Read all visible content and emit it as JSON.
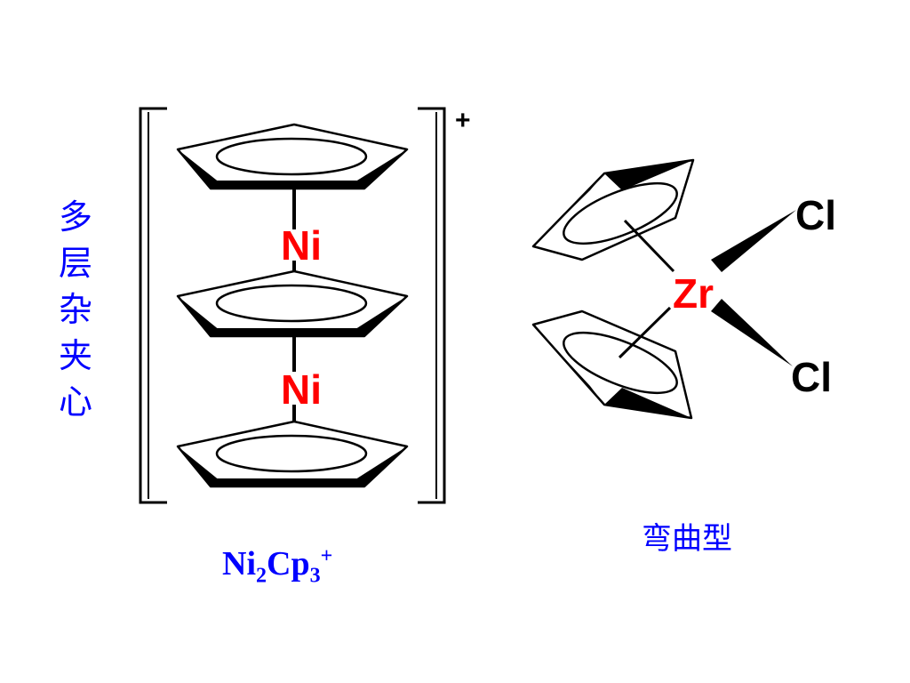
{
  "left_label": [
    "多",
    "层",
    "杂",
    "夹",
    "心"
  ],
  "sandwich": {
    "metal_labels": [
      "Ni",
      "Ni"
    ],
    "charge": "+",
    "formula": {
      "base": "Ni",
      "sub1": "2",
      "mid": "Cp",
      "sub2": "3",
      "sup": "+"
    }
  },
  "bent": {
    "metal_label": "Zr",
    "ligand_labels": [
      "Cl",
      "Cl"
    ],
    "caption": "弯曲型"
  },
  "colors": {
    "label_text": "#0000ff",
    "metal_text": "#ff0000",
    "line": "#000000"
  }
}
